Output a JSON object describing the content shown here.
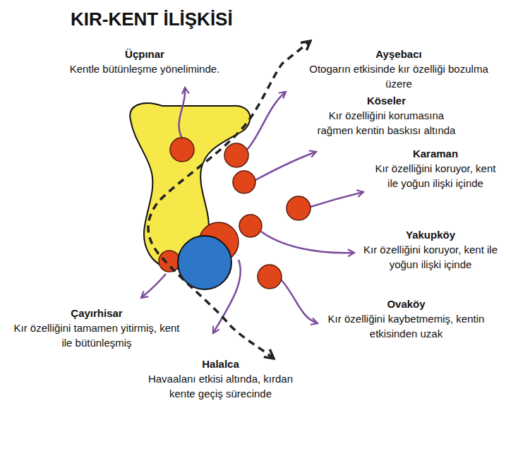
{
  "diagram": {
    "title": "KIR-KENT İLİŞKİSİ",
    "nodes": [
      {
        "text": [
          "Üçpınar",
          "Kentle bütünleşme yöneliminde."
        ]
      },
      {
        "text": [
          "Ayşebacı",
          "Otogarın etkisinde kır özelliği bozulma üzere"
        ]
      },
      {
        "text": [
          "Köseler",
          "Kır özelliğini korumasına rağmen kentin baskısı altında"
        ]
      },
      {
        "text": [
          "Karaman",
          "Kır özelliğini koruyor, kent ile yoğun ilişki içinde"
        ]
      },
      {
        "text": [
          "Yakupköy",
          "Kır özelliğini koruyor, kent ile yoğun ilişki içinde"
        ]
      },
      {
        "text": [
          "Ovaköy",
          "Kır özelliğini kaybetmemiş, kentin etkisinden uzak"
        ]
      },
      {
        "text": [
          "Çayırhisar",
          "Kır özelliğini tamamen yitirmiş, kent ile bütünleşmiş"
        ]
      },
      {
        "text": [
          "Halalca",
          "Havaalanı etkisi altında, kırdan kente geçiş sürecinde"
        ]
      }
    ]
  }
}
